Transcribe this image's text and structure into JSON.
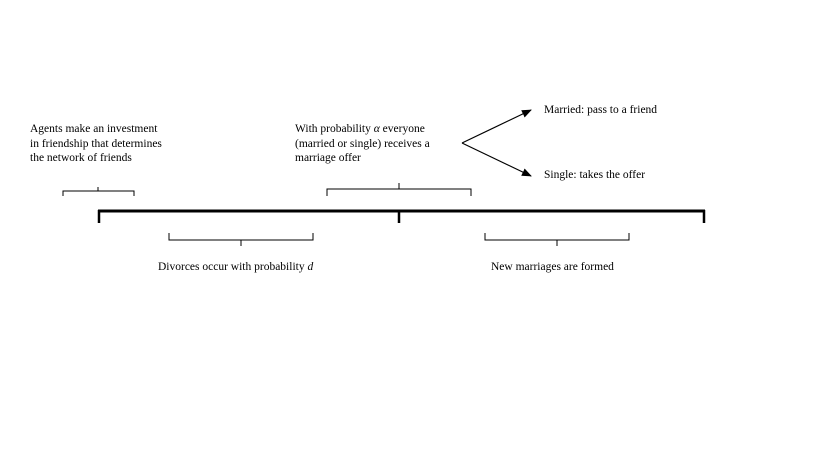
{
  "labels": {
    "investment": [
      "Agents make an investment",
      "in friendship that determines",
      "the network of friends"
    ],
    "offer": {
      "line1_pre": "With probability ",
      "line1_var": "α",
      "line1_post": " everyone",
      "line2": "(married or single) receives a",
      "line3": "marriage offer"
    },
    "married": "Married: pass to a friend",
    "single": "Single: takes the offer",
    "divorce": {
      "pre": "Divorces occur with probability ",
      "var": "d"
    },
    "new_marriages": "New marriages are formed"
  }
}
